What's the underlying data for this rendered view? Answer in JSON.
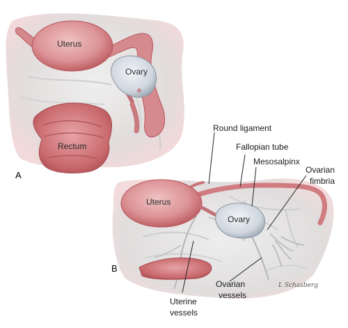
{
  "panels": {
    "a": {
      "letter": "A"
    },
    "b": {
      "letter": "B"
    }
  },
  "labels_a": {
    "uterus": "Uterus",
    "ovary": "Ovary",
    "rectum": "Rectum"
  },
  "labels_b": {
    "uterus": "Uterus",
    "ovary": "Ovary",
    "round_ligament": "Round ligament",
    "fallopian_tube": "Fallopian tube",
    "mesosalpinx": "Mesosalpinx",
    "ovarian_fimbria_line1": "Ovarian",
    "ovarian_fimbria_line2": "fimbria",
    "uterine_vessels_line1": "Uterine",
    "uterine_vessels_line2": "vessels",
    "ovarian_vessels_line1": "Ovarian",
    "ovarian_vessels_line2": "vessels"
  },
  "signature": "L Schasberg",
  "colors": {
    "tissue_pink": "#d9878a",
    "tissue_dark": "#b8545a",
    "ovary_gray": "#cfd6de",
    "background_gray": "#e4e4e4",
    "leader_line": "#222222"
  }
}
